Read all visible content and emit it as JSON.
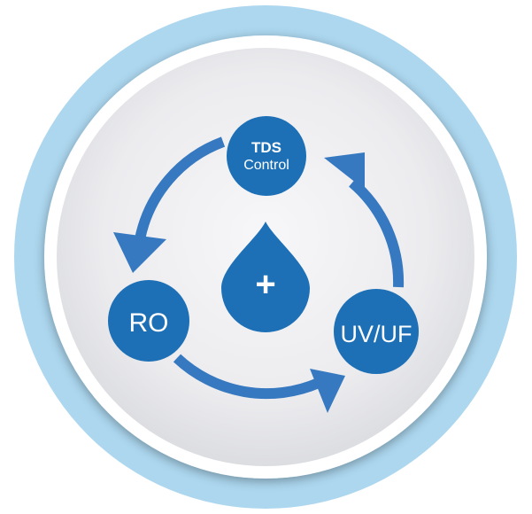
{
  "diagram": {
    "colors": {
      "outer_ring": "#acd7ef",
      "inner_disc": "#ececef",
      "disc_rim": "#ffffff",
      "node_fill": "#1e70b6",
      "arrow": "#3679c0",
      "label": "#ffffff"
    },
    "center": {
      "icon": "water-drop-plus-icon",
      "symbol": "+"
    },
    "nodes": {
      "tds": {
        "line1": "TDS",
        "line2": "Control"
      },
      "ro": {
        "label": "RO"
      },
      "uvuf": {
        "label": "UV/UF"
      }
    },
    "cycle": {
      "direction": "counter-clockwise",
      "sequence": [
        "TDS Control",
        "RO",
        "UV/UF"
      ]
    }
  }
}
